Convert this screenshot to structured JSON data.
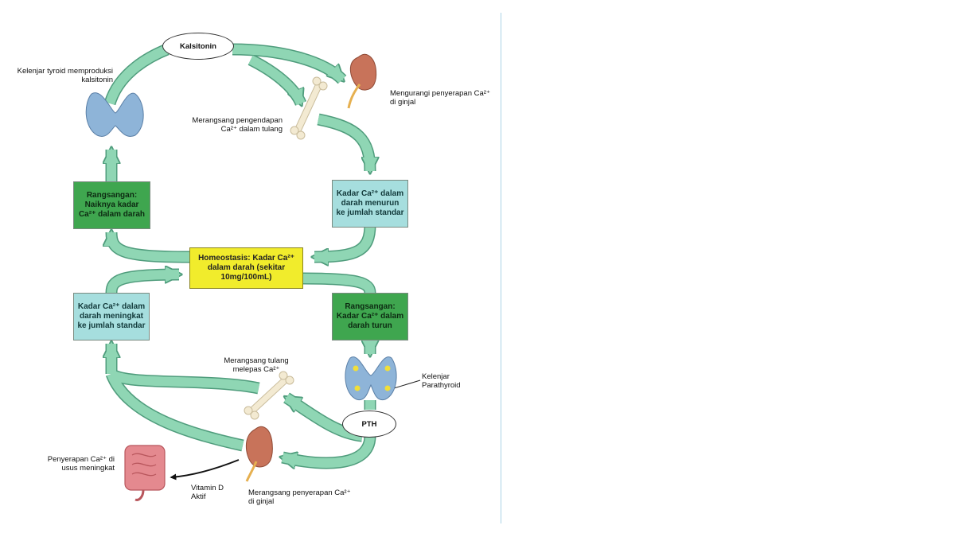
{
  "boxes": {
    "rangsangan_naik": "Rangsangan: Naiknya kadar Ca²⁺ dalam darah",
    "kadar_menurun": "Kadar Ca²⁺ dalam darah menurun ke jumlah standar",
    "homeostasis": "Homeostasis: Kadar Ca²⁺ dalam darah (sekitar 10mg/100mL)",
    "kadar_meningkat": "Kadar Ca²⁺ dalam darah meningkat ke jumlah standar",
    "rangsangan_turun": "Rangsangan: Kadar Ca²⁺ dalam darah turun"
  },
  "ovals": {
    "kalsitonin": "Kalsitonin",
    "pth": "PTH"
  },
  "labels": {
    "kelenjar_tyroid": "Kelenjar tyroid memproduksi kalsitonin",
    "mengurangi_penyerapan": "Mengurangi penyerapan Ca²⁺ di ginjal",
    "merangsang_pengendapan": "Merangsang pengendapan Ca²⁺ dalam tulang",
    "merangsang_tulang": "Merangsang tulang melepas Ca²⁺",
    "kelenjar_parathyroid": "Kelenjar Parathyroid",
    "penyerapan_usus": "Penyerapan Ca²⁺ di usus meningkat",
    "vitamin_d": "Vitamin D Aktif",
    "merangsang_penyerapan_ginjal": "Merangsang penyerapan Ca²⁺ di ginjal"
  },
  "colors": {
    "arrow_fill": "#8fd6b4",
    "arrow_stroke": "#4f9c7c",
    "box_green": "#3fa64f",
    "box_teal": "#a6dede",
    "box_yellow": "#f1ec2c",
    "organ_thyroid": "#8eb4d8",
    "organ_kidney": "#c8735a",
    "organ_bone": "#f3ead2",
    "organ_intestine": "#e4898f"
  }
}
